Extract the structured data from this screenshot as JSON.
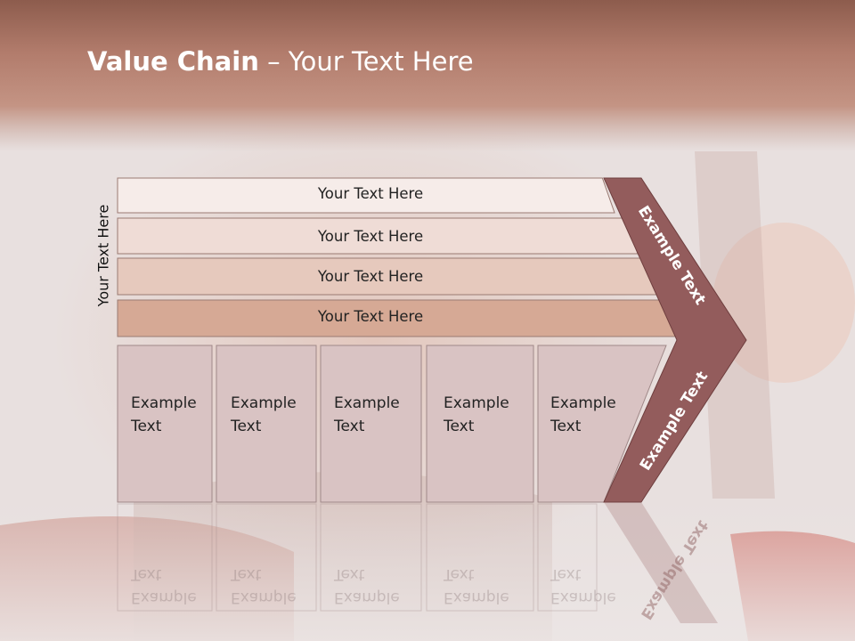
{
  "title": {
    "bold": "Value Chain",
    "rest": " – Your Text Here"
  },
  "vertical_label": "Your Text Here",
  "bars": [
    {
      "label": "Your Text Here",
      "fill": "#f6ece9"
    },
    {
      "label": "Your Text Here",
      "fill": "#efdcd6"
    },
    {
      "label": "Your Text Here",
      "fill": "#e6c9bd"
    },
    {
      "label": "Your Text Here",
      "fill": "#d6a995"
    }
  ],
  "columns": [
    {
      "line1": "Example",
      "line2": "Text"
    },
    {
      "line1": "Example",
      "line2": "Text"
    },
    {
      "line1": "Example",
      "line2": "Text"
    },
    {
      "line1": "Example",
      "line2": "Text"
    },
    {
      "line1": "Example",
      "line2": "Text"
    }
  ],
  "chevron": {
    "top": "Example Text",
    "bottom": "Example Text"
  },
  "colors": {
    "header": "#b27c6c",
    "chevron": "#935c5c",
    "column_fill": "#d9c3c3",
    "column_stroke": "#a08888"
  }
}
